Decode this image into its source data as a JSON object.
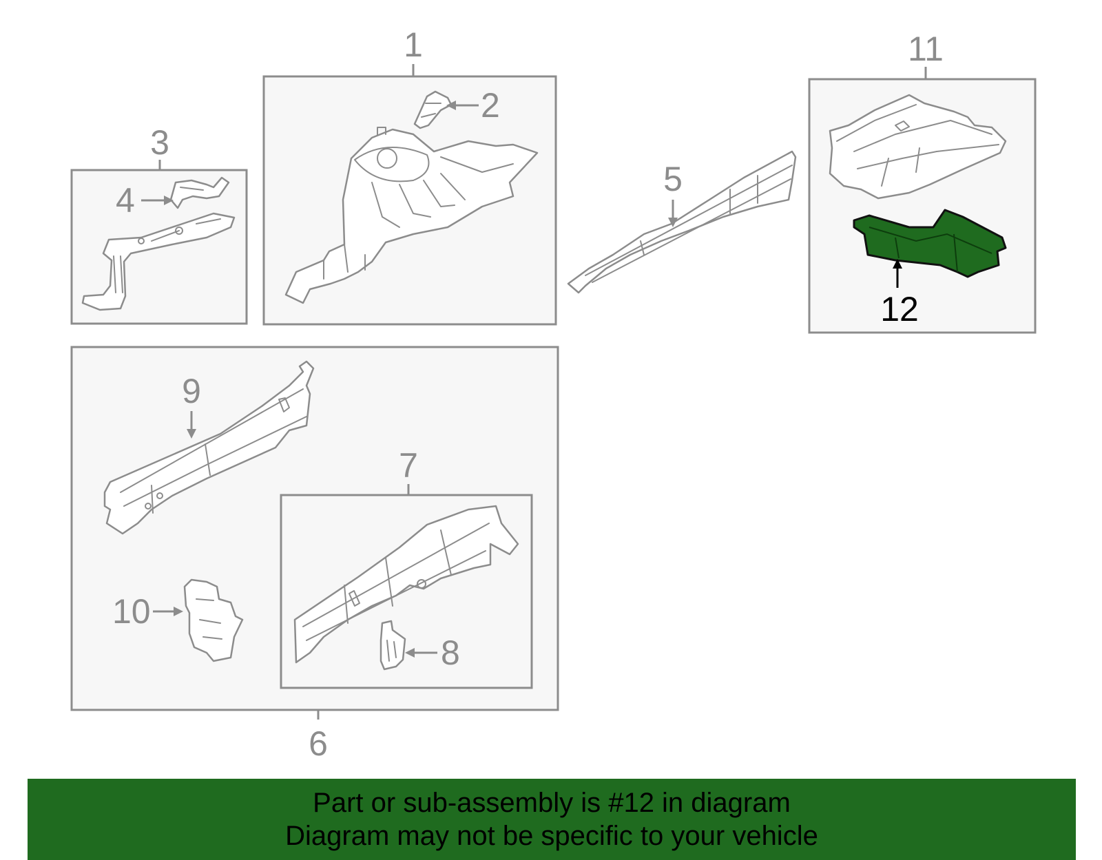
{
  "callouts": {
    "c1": "1",
    "c2": "2",
    "c3": "3",
    "c4": "4",
    "c5": "5",
    "c6": "6",
    "c7": "7",
    "c8": "8",
    "c9": "9",
    "c10": "10",
    "c11": "11",
    "c12": "12"
  },
  "highlighted_part": "12",
  "colors": {
    "highlight": "#1f6b1f",
    "line": "#8c8c8c",
    "box_fill": "#f7f7f7"
  },
  "banner": {
    "line1": "Part or sub-assembly is #12 in diagram",
    "line2": "Diagram may not be specific to your vehicle"
  }
}
